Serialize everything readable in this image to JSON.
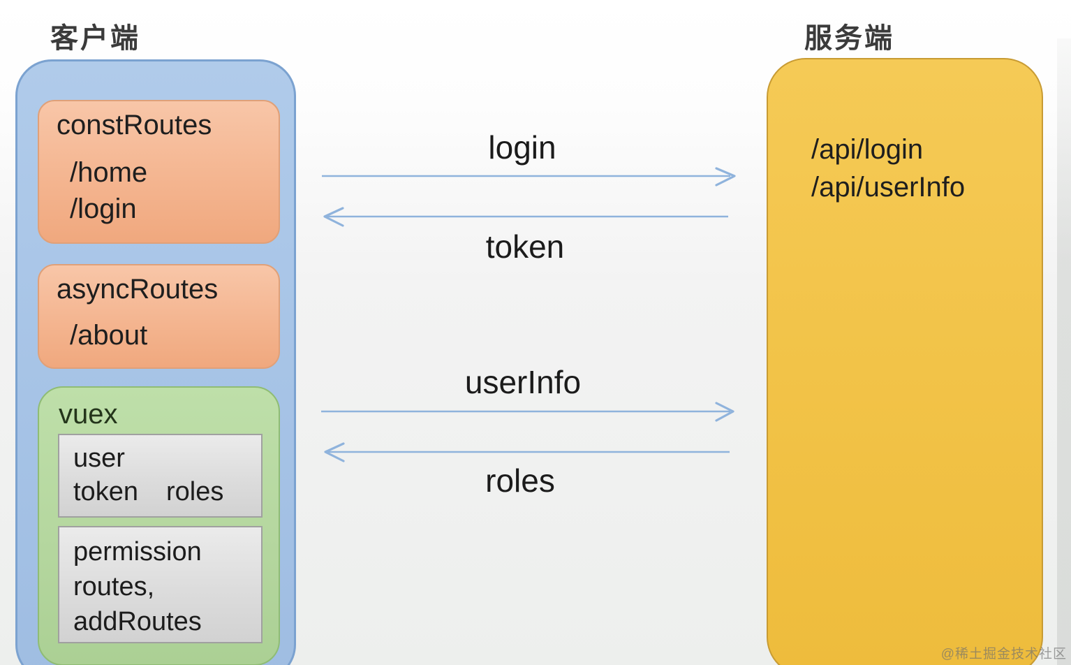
{
  "titles": {
    "client": "客户端",
    "server": "服务端"
  },
  "client": {
    "const_routes": {
      "label": "constRoutes",
      "routes": [
        "/home",
        "/login"
      ]
    },
    "async_routes": {
      "label": "asyncRoutes",
      "routes": [
        "/about"
      ]
    },
    "vuex": {
      "label": "vuex",
      "state": {
        "user": "user",
        "token": "token",
        "roles": "roles"
      },
      "permission": {
        "lines": [
          "permission",
          "routes,",
          "addRoutes"
        ]
      }
    }
  },
  "server": {
    "endpoints": [
      "/api/login",
      "/api/userInfo"
    ]
  },
  "flows": [
    {
      "label": "login",
      "direction": "client-to-server"
    },
    {
      "label": "token",
      "direction": "server-to-client"
    },
    {
      "label": "userInfo",
      "direction": "client-to-server"
    },
    {
      "label": "roles",
      "direction": "server-to-client"
    }
  ],
  "watermark": "@稀土掘金技术社区",
  "colors": {
    "client_container_fill": "#a6c3e6",
    "client_container_border": "#7ba2d0",
    "routes_box_fill": "#f4b590",
    "routes_box_border": "#e0a078",
    "vuex_box_fill": "#b4d69e",
    "vuex_box_border": "#8fbc74",
    "state_box_fill": "#dcdcdc",
    "state_box_border": "#a0a0a0",
    "server_box_fill": "#f2c348",
    "server_box_border": "#c89b33",
    "arrow": "#8fb3dc",
    "text": "#1e1e1e"
  }
}
